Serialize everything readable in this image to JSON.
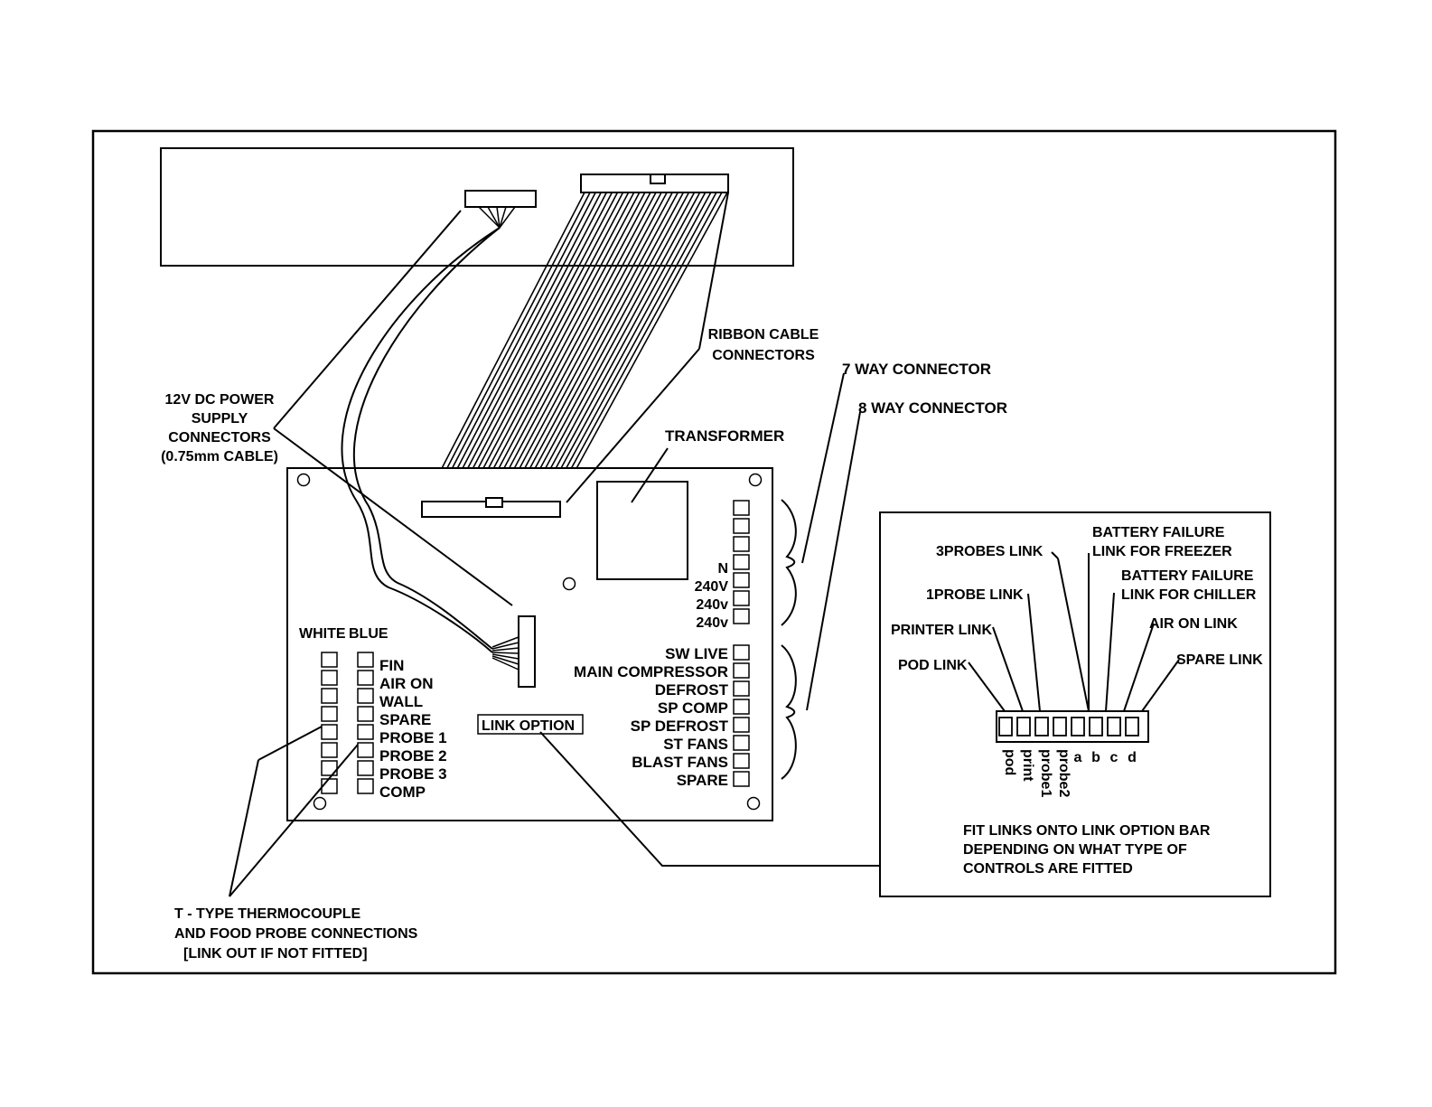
{
  "callouts": {
    "power_supply": [
      "12V DC POWER",
      "SUPPLY",
      "CONNECTORS",
      "(0.75mm CABLE)"
    ],
    "ribbon_cable": [
      "RIBBON CABLE",
      "CONNECTORS"
    ],
    "seven_way": "7 WAY CONNECTOR",
    "eight_way": "8 WAY CONNECTOR",
    "transformer": "TRANSFORMER",
    "thermocouple": [
      "T - TYPE THERMOCOUPLE",
      "AND FOOD PROBE CONNECTIONS",
      "[LINK OUT IF NOT FITTED]"
    ]
  },
  "board": {
    "link_option": "LINK OPTION",
    "thermo_headers": {
      "white": "WHITE",
      "blue": "BLUE"
    },
    "thermo_terminals": [
      "FIN",
      "AIR ON",
      "WALL",
      "SPARE",
      "PROBE 1",
      "PROBE 2",
      "PROBE 3",
      "COMP"
    ],
    "seven_way_terminals": [
      "N",
      "240V",
      "240v",
      "240v"
    ],
    "eight_way_terminals": [
      "SW LIVE",
      "MAIN COMPRESSOR",
      "DEFROST",
      "SP COMP",
      "SP DEFROST",
      "ST FANS",
      "BLAST FANS",
      "SPARE"
    ]
  },
  "link_panel": {
    "labels": {
      "three_probes": "3PROBES LINK",
      "battery_freezer": [
        "BATTERY FAILURE",
        "LINK FOR FREEZER"
      ],
      "one_probe": "1PROBE LINK",
      "battery_chiller": [
        "BATTERY FAILURE",
        "LINK FOR CHILLER"
      ],
      "printer": "PRINTER LINK",
      "air_on": "AIR ON LINK",
      "pod": "POD LINK",
      "spare": "SPARE LINK"
    },
    "pin_labels_vertical": [
      "pod",
      "print",
      "probe1",
      "probe2"
    ],
    "pin_labels_letters": [
      "a",
      "b",
      "c",
      "d"
    ],
    "note": [
      "FIT LINKS ONTO LINK OPTION BAR",
      "DEPENDING ON WHAT TYPE OF",
      "CONTROLS ARE FITTED"
    ]
  }
}
